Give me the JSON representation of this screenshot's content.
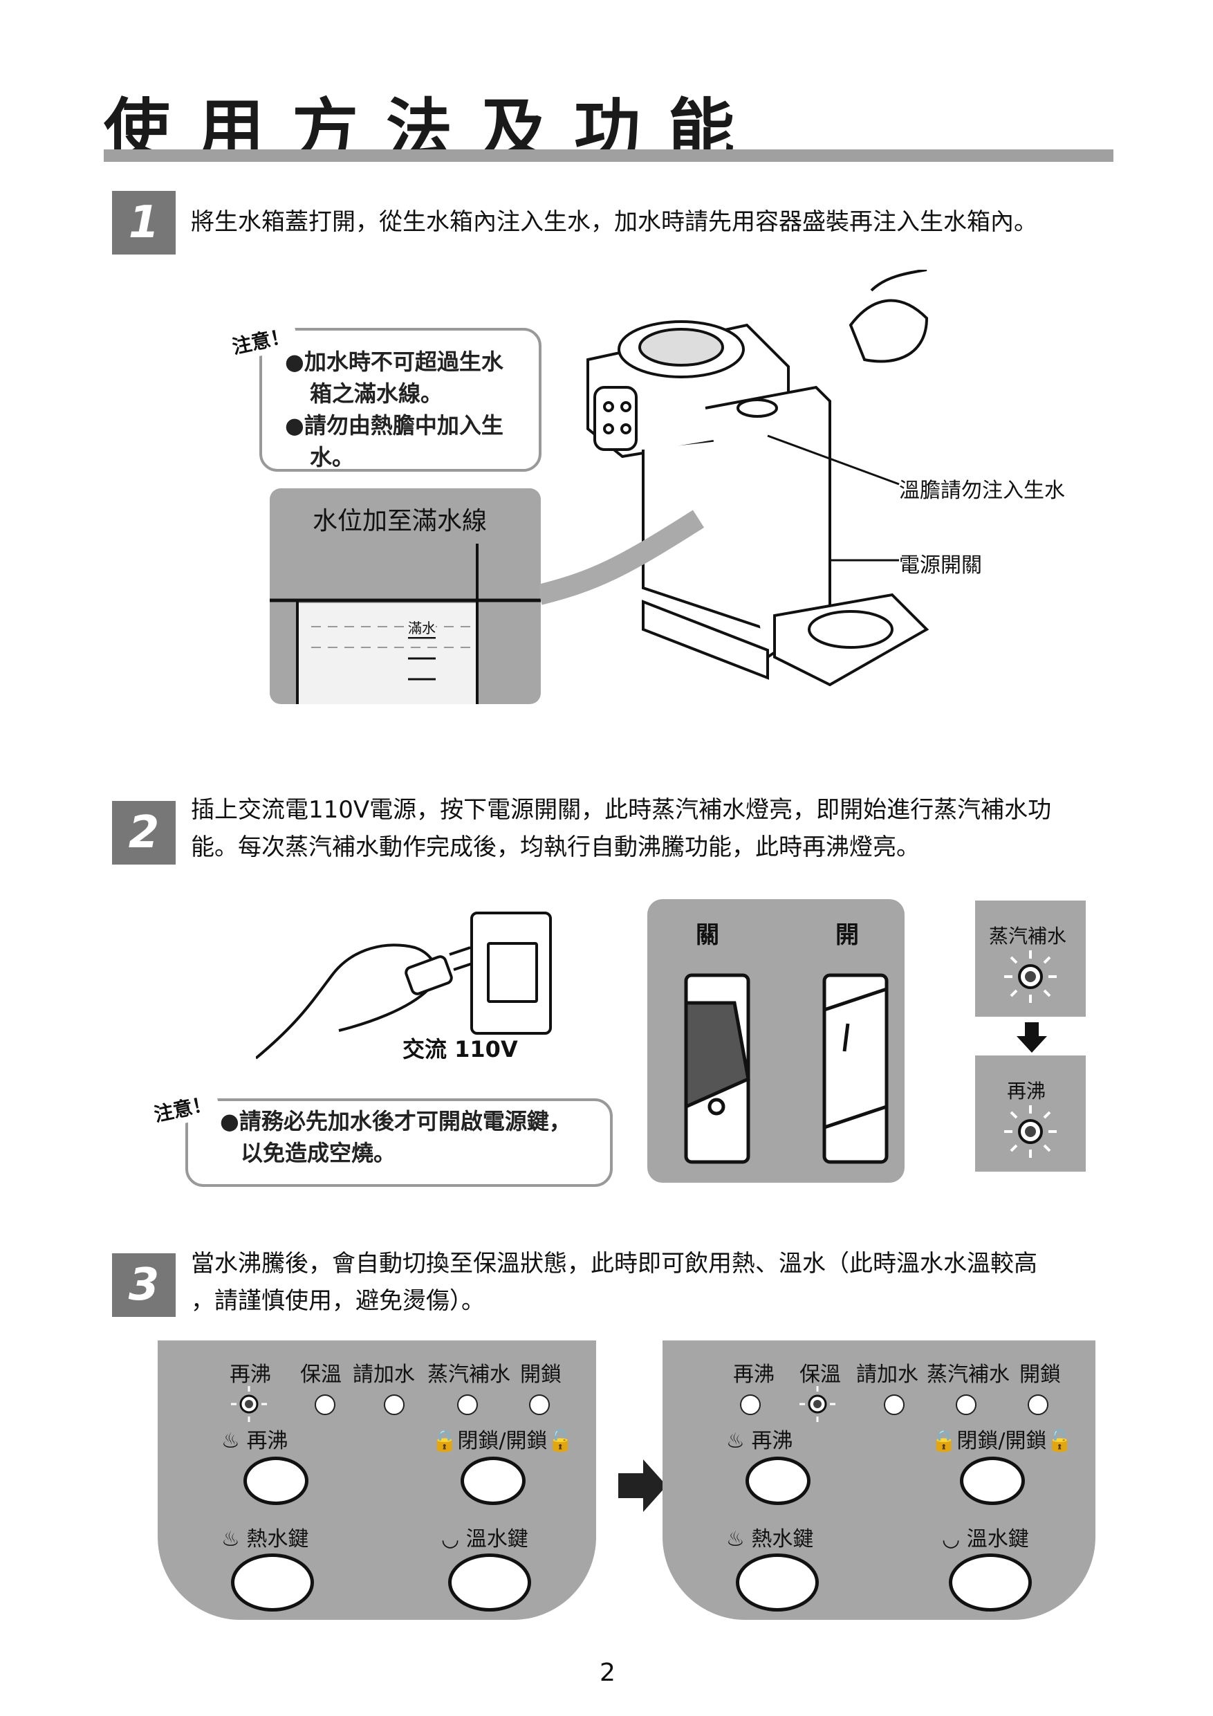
{
  "page_title": "使用方法及功能",
  "steps": [
    {
      "number": "1",
      "text": "將生水箱蓋打開，從生水箱內注入生水，加水時請先用容器盛裝再注入生水箱內。"
    },
    {
      "number": "2",
      "text_line1": "插上交流電110V電源，按下電源開關，此時蒸汽補水燈亮，即開始進行蒸汽補水功",
      "text_line2": "能。每次蒸汽補水動作完成後，均執行自動沸騰功能，此時再沸燈亮。"
    },
    {
      "number": "3",
      "text_line1": "當水沸騰後，會自動切換至保溫狀態，此時即可飲用熱、溫水（此時溫水水溫較高",
      "text_line2": "，請謹慎使用，避免燙傷）。"
    }
  ],
  "note1": {
    "tag": "注意！",
    "lines": [
      "●加水時不可超過生水",
      "箱之滿水線。",
      "●請勿由熱膽中加入生",
      "水。"
    ]
  },
  "water_level": {
    "title": "水位加至滿水線",
    "full_mark": "滿水"
  },
  "machine_labels": {
    "warm_tank": "溫膽請勿注入生水",
    "power_switch": "電源開關"
  },
  "plug": {
    "label": "交流 110V"
  },
  "note2": {
    "tag": "注意！",
    "lines": [
      "●請務必先加水後才可開啟電源鍵，",
      "以免造成空燒。"
    ]
  },
  "switch_panel": {
    "off_label": "關",
    "on_label": "開"
  },
  "indicators": {
    "steam_refill": "蒸汽補水",
    "reboil": "再沸"
  },
  "control_panel": {
    "lamp_labels": [
      "再沸",
      "保溫",
      "請加水",
      "蒸汽補水",
      "開鎖"
    ],
    "reboil_button": "再沸",
    "lock_button": "閉鎖/開鎖",
    "hot_button": "熱水鍵",
    "warm_button": "溫水鍵"
  },
  "page_number": "2"
}
